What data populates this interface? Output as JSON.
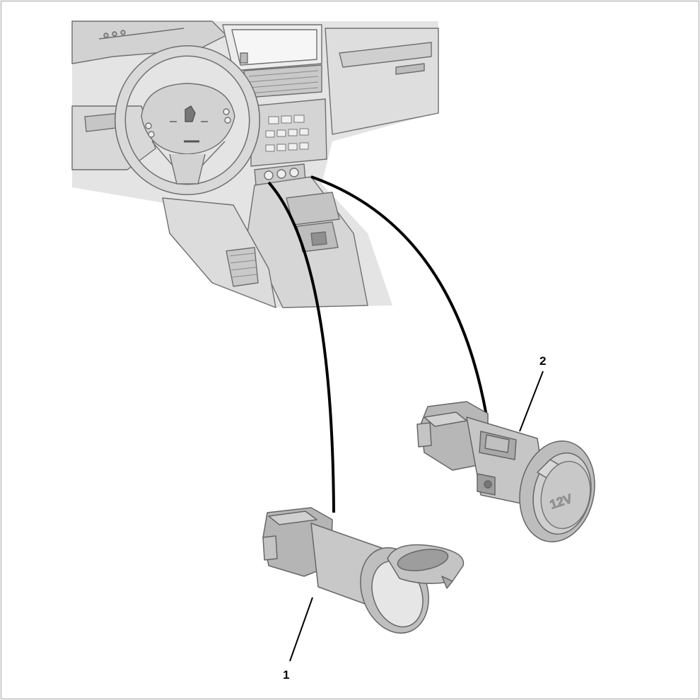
{
  "callouts": {
    "item_1": "1",
    "item_2": "2"
  },
  "socket_2_marking": "12V",
  "colors": {
    "line": "#000000",
    "panel_grey": "#d9d9d9",
    "part_grey": "#b9b9b9",
    "outline": "#6f6f6f"
  }
}
